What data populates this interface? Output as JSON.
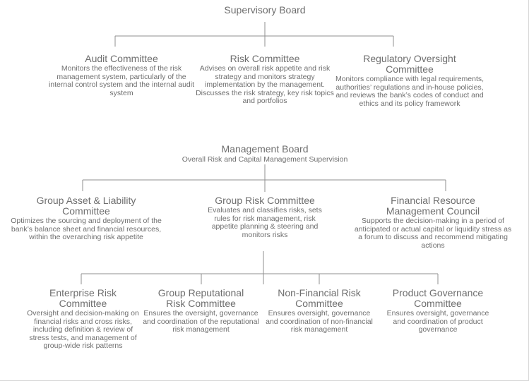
{
  "diagram": {
    "type": "org-chart",
    "colors": {
      "text": "#6e6e6e",
      "line": "#8f8f8f",
      "background": "#ffffff",
      "edge": "#d6d6d6"
    },
    "supervisory_board": {
      "name": "Supervisory Board"
    },
    "supervisory_committees": [
      {
        "name": "Audit Committee",
        "description": "Monitors the effectiveness of the risk management system, particularly of the internal control system and the internal audit system"
      },
      {
        "name": "Risk Committee",
        "description": "Advises on overall risk appetite and risk strategy and monitors strategy implementation by the management. Discusses the risk strategy, key risk topics and portfolios"
      },
      {
        "name": "Regulatory Oversight Committee",
        "description": "Monitors compliance with legal requirements, authorities’ regulations and in-house policies, and reviews the bank’s codes of conduct and ethics and its policy framework"
      }
    ],
    "management_board": {
      "name": "Management Board",
      "subtitle": "Overall Risk and Capital Management Supervision"
    },
    "management_committees": [
      {
        "name": "Group Asset & Liability Committee",
        "description": "Optimizes the sourcing and deployment of the bank’s balance sheet and financial resources, within the overarching risk appetite"
      },
      {
        "name": "Group Risk Committee",
        "description": "Evaluates and classifies risks, sets rules for risk management, risk appetite planning & steering and monitors risks"
      },
      {
        "name": "Financial Resource Management Council",
        "description": "Supports the decision-making in a period of anticipated or actual capital or liquidity stress as a forum to discuss and recommend mitigating actions"
      }
    ],
    "risk_subcommittees": [
      {
        "name": "Enterprise Risk Committee",
        "description": "Oversight and decision-making on financial risks and cross risks, including definition & review of stress tests, and management of group-wide risk patterns"
      },
      {
        "name": "Group Reputational Risk Committee",
        "description": "Ensures the oversight, governance and coordination of the reputational risk management"
      },
      {
        "name": "Non-Financial Risk Committee",
        "description": "Ensures oversight, governance and coordination of non-financial risk management"
      },
      {
        "name": "Product Governance Committee",
        "description": "Ensures oversight, governance and coordination of product governance"
      }
    ]
  }
}
